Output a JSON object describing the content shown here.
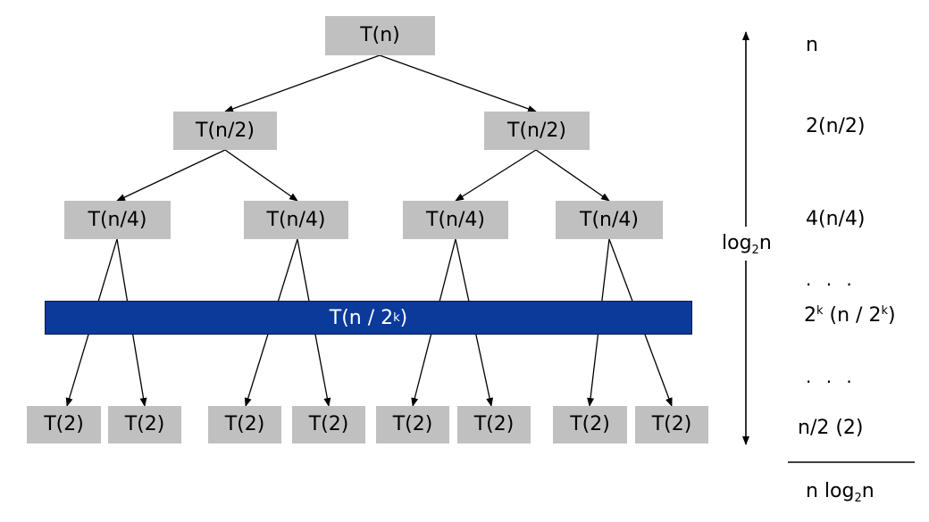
{
  "tree": {
    "root": "T(n)",
    "level1": [
      "T(n/2)",
      "T(n/2)"
    ],
    "level2": [
      "T(n/4)",
      "T(n/4)",
      "T(n/4)",
      "T(n/4)"
    ],
    "band": {
      "prefix": "T(n / 2",
      "sup": "k",
      "suffix": ")"
    },
    "leaves": [
      "T(2)",
      "T(2)",
      "T(2)",
      "T(2)",
      "T(2)",
      "T(2)",
      "T(2)",
      "T(2)"
    ]
  },
  "height_label": {
    "base": "log",
    "sub": "2",
    "tail": "n"
  },
  "costs": {
    "row0": "n",
    "row1": "2(n/2)",
    "row2": "4(n/4)",
    "dots1": ". . .",
    "rowk": {
      "a": "2",
      "sup_a": "k",
      "b": " (n / 2",
      "sup_b": "k",
      "c": ")"
    },
    "dots2": ". . .",
    "row_leaf": "n/2 (2)",
    "total": {
      "a": "n log",
      "sub": "2",
      "b": "n"
    }
  },
  "colors": {
    "node_fill": "#c0c0c0",
    "band_fill": "#0a3a9a",
    "band_text": "#ffffff",
    "edge": "#000000"
  }
}
